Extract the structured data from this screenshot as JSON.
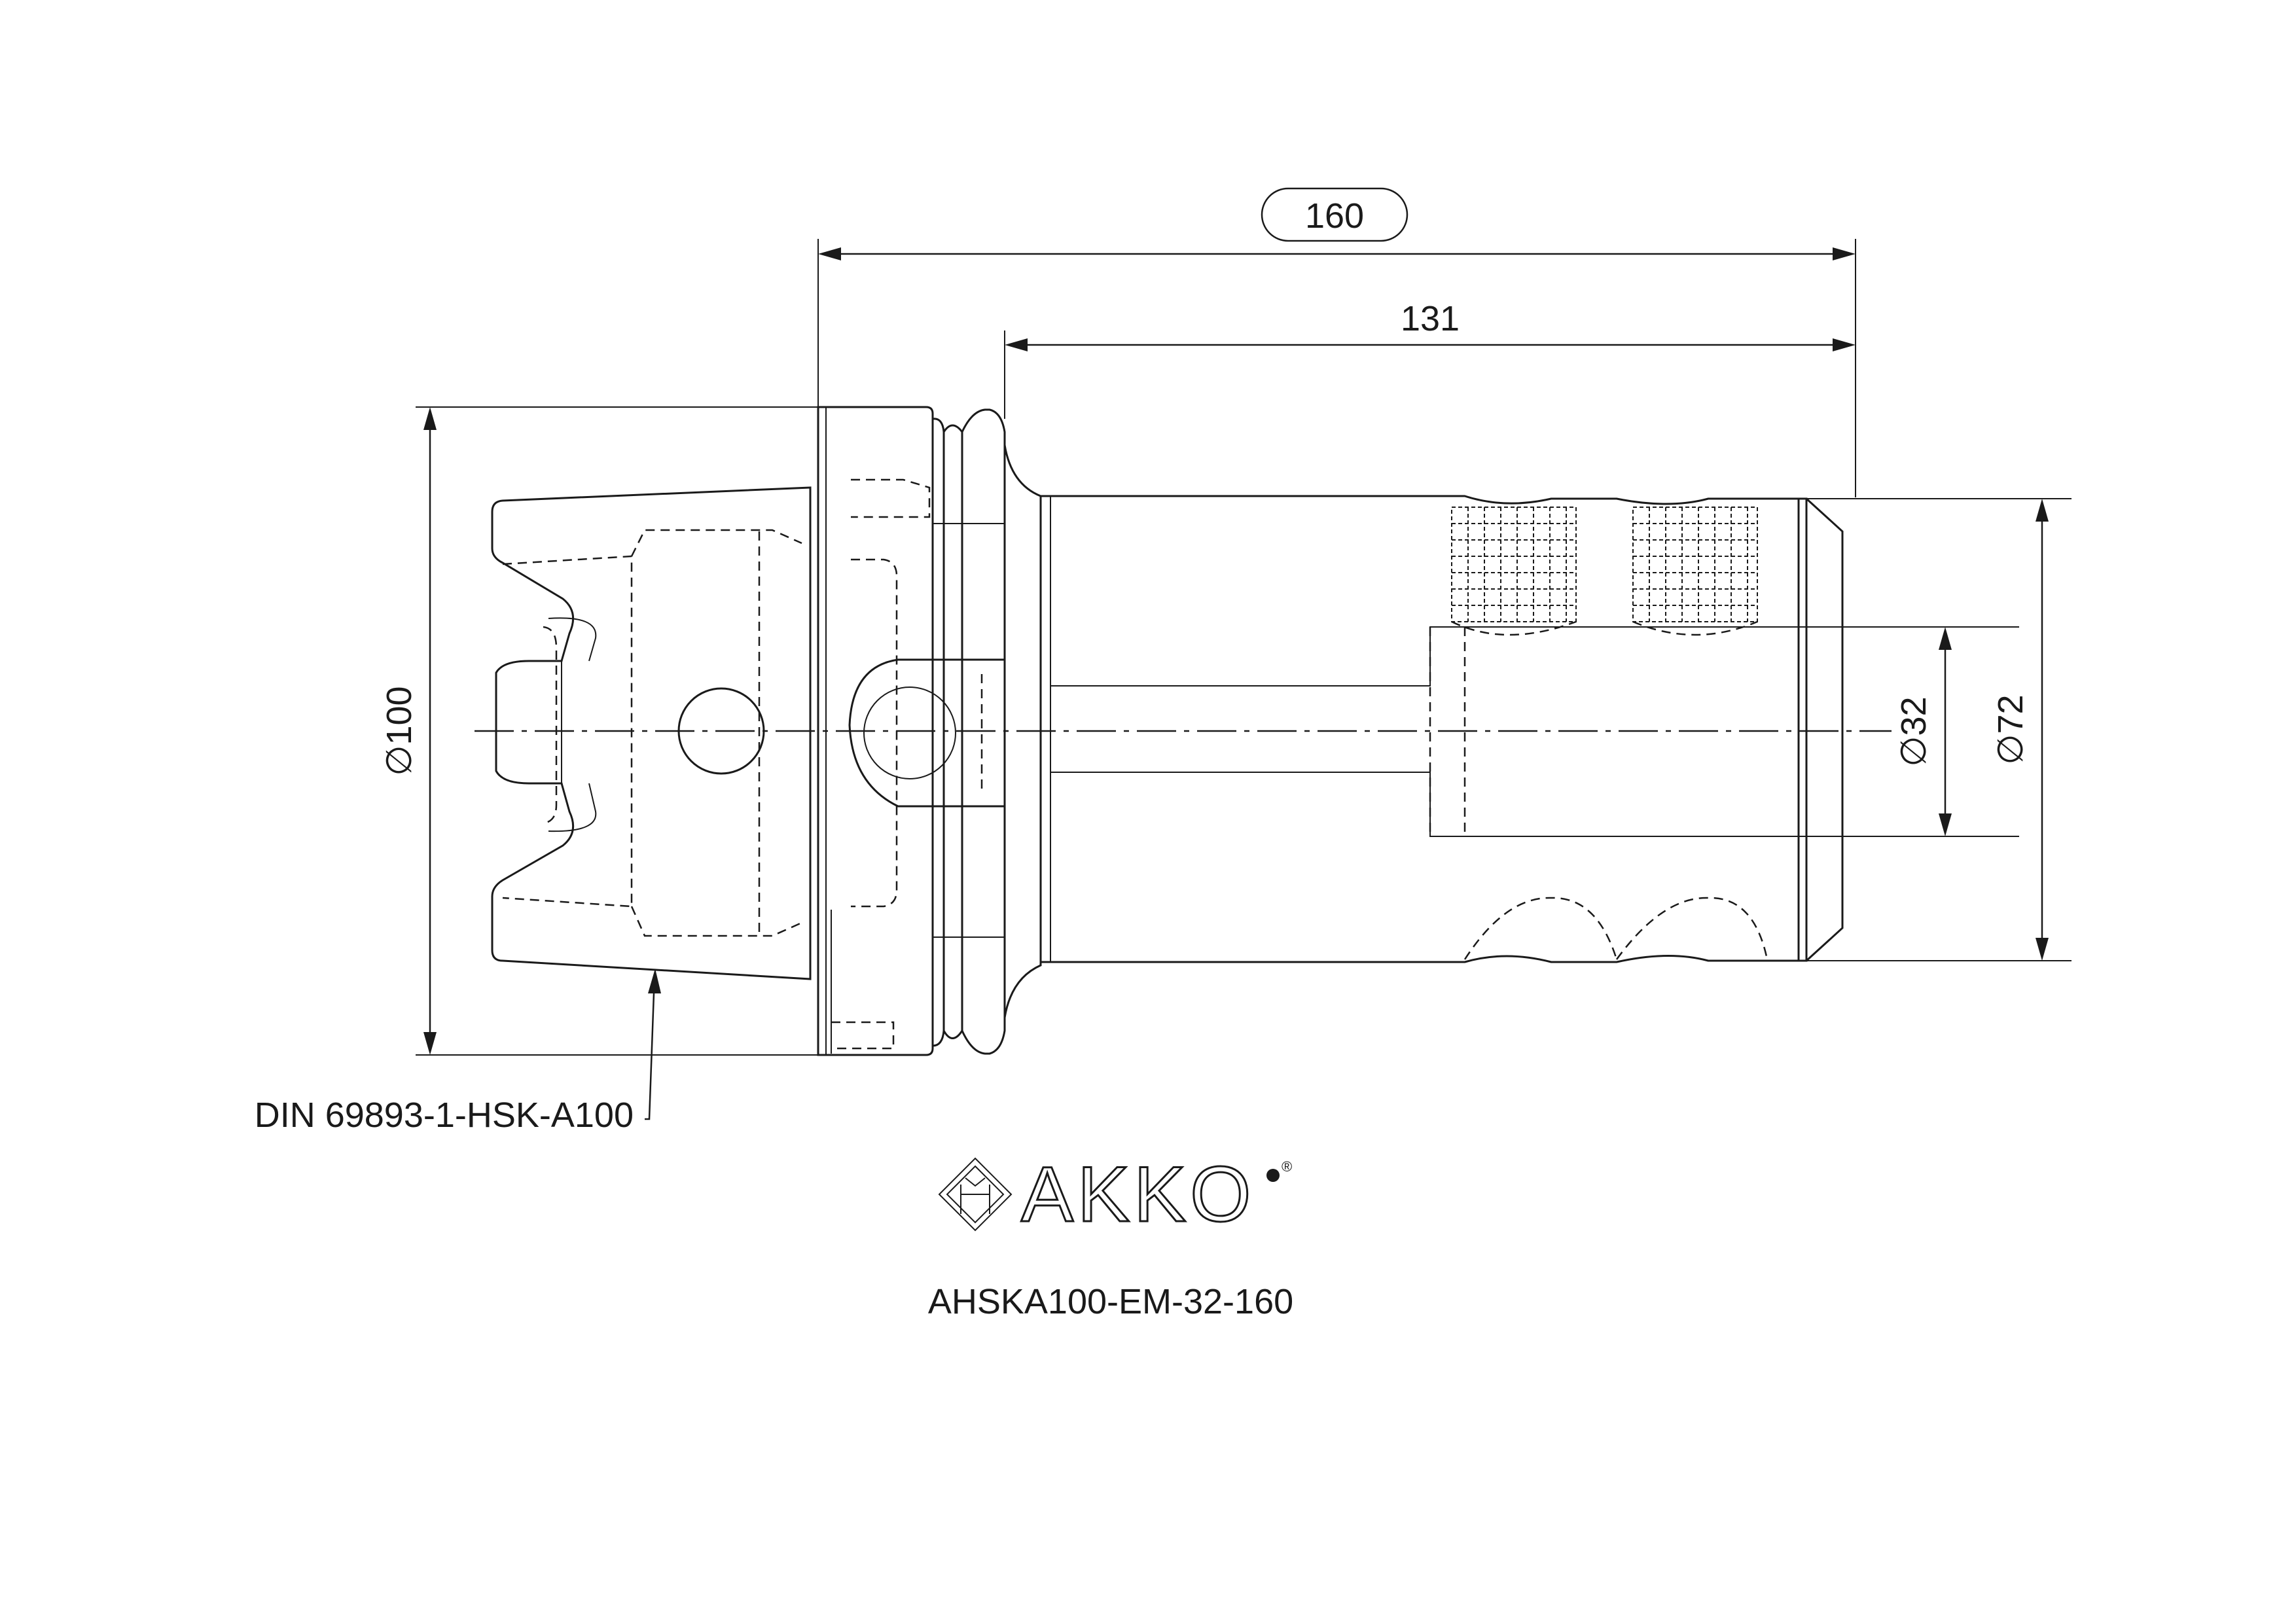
{
  "dimensions": {
    "overall_length": "160",
    "shank_length": "131",
    "flange_diameter": "∅100",
    "bore_diameter": "∅32",
    "body_diameter": "∅72"
  },
  "callouts": {
    "taper_standard": "DIN 69893-1-HSK-A100"
  },
  "brand": {
    "logo_text": "AKKO",
    "registered_mark": "®"
  },
  "part_number": "AHSKA100-EM-32-160"
}
